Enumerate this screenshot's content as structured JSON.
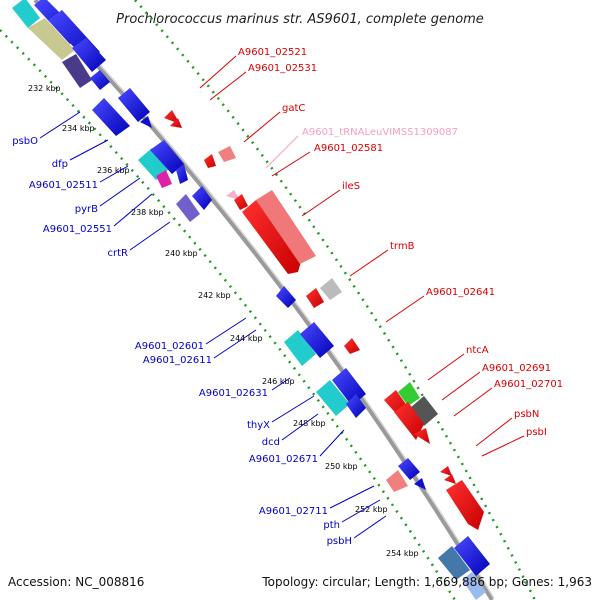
{
  "title": "Prochlorococcus marinus str. AS9601, complete genome",
  "footer": {
    "accession": "Accession: NC_008816",
    "topology": "Topology: circular; Length: 1,669,886 bp; Genes: 1,963"
  },
  "scale_ticks": [
    "232 kbp",
    "234 kbp",
    "236 kbp",
    "238 kbp",
    "240 kbp",
    "242 kbp",
    "244 kbp",
    "246 kbp",
    "248 kbp",
    "250 kbp",
    "252 kbp",
    "254 kbp"
  ],
  "reverse_labels": [
    "psbO",
    "dfp",
    "A9601_02511",
    "pyrB",
    "A9601_02551",
    "crtR",
    "A9601_02601",
    "A9601_02611",
    "A9601_02631",
    "thyX",
    "dcd",
    "A9601_02671",
    "A9601_02711",
    "pth",
    "psbH"
  ],
  "forward_labels": [
    "A9601_02521",
    "A9601_02531",
    "gatC",
    "A9601_tRNALeuVIMSS1309087",
    "A9601_02581",
    "ileS",
    "trmB",
    "A9601_02641",
    "ntcA",
    "A9601_02691",
    "A9601_02701",
    "psbN",
    "psbI"
  ],
  "colors": {
    "backbone": "#999999",
    "dots": "#229922",
    "reverse_label": "#0000cc",
    "forward_label": "#dd0000",
    "trna_label": "#f7a0b8"
  }
}
